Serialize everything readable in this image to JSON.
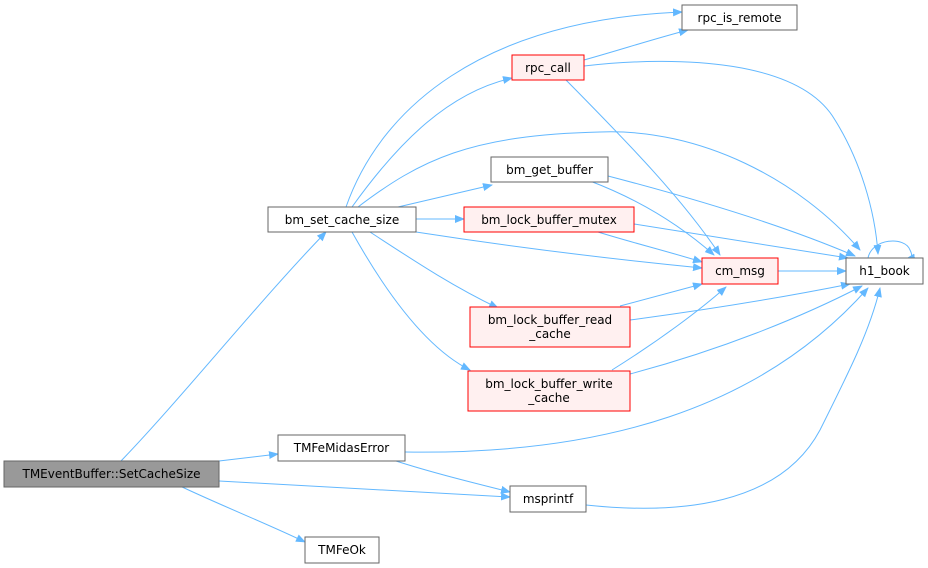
{
  "graph": {
    "colors": {
      "edge": "#63b8ff",
      "node_border": "#666666",
      "node_fill": "#ffffff",
      "highlight_border": "#ff0000",
      "highlight_fill": "#fff0f0",
      "root_fill": "#999999",
      "root_border": "#666666"
    },
    "nodes": {
      "setcachesize": {
        "label": "TMEventBuffer::SetCacheSize",
        "style": "root"
      },
      "bm_set_cache_size": {
        "label": "bm_set_cache_size",
        "style": "normal"
      },
      "rpc_is_remote": {
        "label": "rpc_is_remote",
        "style": "normal"
      },
      "rpc_call": {
        "label": "rpc_call",
        "style": "red"
      },
      "bm_get_buffer": {
        "label": "bm_get_buffer",
        "style": "normal"
      },
      "bm_lock_buffer_mutex": {
        "label": "bm_lock_buffer_mutex",
        "style": "red"
      },
      "cm_msg": {
        "label": "cm_msg",
        "style": "red"
      },
      "h1_book": {
        "label": "h1_book",
        "style": "normal"
      },
      "bm_lock_buffer_read_cache": {
        "label_line1": "bm_lock_buffer_read",
        "label_line2": "_cache",
        "style": "red"
      },
      "bm_lock_buffer_write_cache": {
        "label_line1": "bm_lock_buffer_write",
        "label_line2": "_cache",
        "style": "red"
      },
      "tmfemidaserror": {
        "label": "TMFeMidasError",
        "style": "normal"
      },
      "msprintf": {
        "label": "msprintf",
        "style": "normal"
      },
      "tmfeok": {
        "label": "TMFeOk",
        "style": "normal"
      }
    }
  }
}
